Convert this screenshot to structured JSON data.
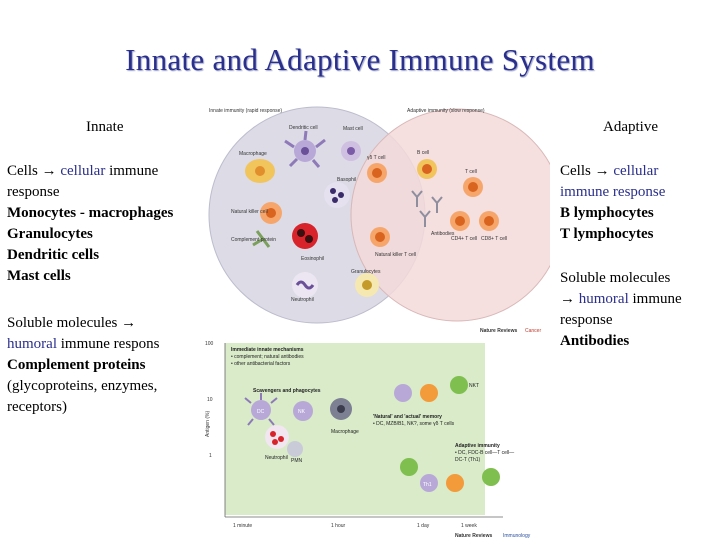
{
  "slide": {
    "title": "Innate and Adaptive Immune System"
  },
  "innate": {
    "heading": "Innate",
    "cells_prefix": "Cells → ",
    "cells_keyword": "cellular",
    "cells_suffix": " immune response",
    "cell_types": [
      "Monocytes - macrophages",
      "Granulocytes",
      "Dendritic cells",
      "Mast cells"
    ],
    "soluble_line": "Soluble molecules →",
    "soluble_keyword": "humoral",
    "soluble_suffix": " immune respons",
    "soluble_items_bold": "Complement proteins",
    "soluble_items_rest": "(glycoproteins, enzymes, receptors)"
  },
  "adaptive": {
    "heading": "Adaptive",
    "cells_prefix": "Cells → ",
    "cells_keyword": "cellular",
    "cells_suffix": "immune response",
    "cell_types": [
      "B lymphocytes",
      "T lymphocytes"
    ],
    "soluble_line": "Soluble molecules",
    "soluble_arrow": "→ ",
    "soluble_keyword": "humoral",
    "soluble_suffix": " immune",
    "soluble_line3": "response",
    "soluble_items": [
      "Antibodies"
    ]
  },
  "venn_figure": {
    "innate_caption": "Innate immunity (rapid response)",
    "adaptive_caption": "Adaptive immunity (slow response)",
    "labels": {
      "dendritic": "Dendritic cell",
      "mast": "Mast cell",
      "macrophage": "Macrophage",
      "nk": "Natural killer cell",
      "complement": "Complement protein",
      "basophil": "Basophil",
      "eosinophil": "Eosinophil",
      "neutrophil": "Neutrophil",
      "gdt": "γδ T cell",
      "nkt": "Natural killer T cell",
      "granulocytes": "Granulocytes",
      "bcell": "B cell",
      "tcell": "T cell",
      "antibodies": "Antibodies",
      "cd4": "CD4+ T cell",
      "cd8": "CD8+ T cell"
    },
    "credit_brand": "Nature Reviews",
    "credit_journal": "Cancer"
  },
  "timeline_figure": {
    "legend": [
      "Immediate innate mechanisms",
      "• complement; natural antibodies",
      "• other antibacterial factors"
    ],
    "scavengers": "Scavengers and phagocytes",
    "memory": [
      "'Natural' and 'actual' memory",
      "• DC, MZB/B1, NK?, some γδ T cells"
    ],
    "adaptive": [
      "Adaptive immunity",
      "• DC, FDC-B cell—T cell—",
      "  DC-T (Th1)"
    ],
    "cells": [
      "DC",
      "NK",
      "Macrophage",
      "PMN",
      "Neutrophil",
      "NKT",
      "Th1"
    ],
    "y_axis": "Antigen (%)",
    "y_ticks": [
      "100",
      "10",
      "1"
    ],
    "x_ticks": [
      "1 minute",
      "1 hour",
      "1 day",
      "1 week"
    ],
    "credit_brand": "Nature Reviews",
    "credit_journal": "Immunology"
  }
}
